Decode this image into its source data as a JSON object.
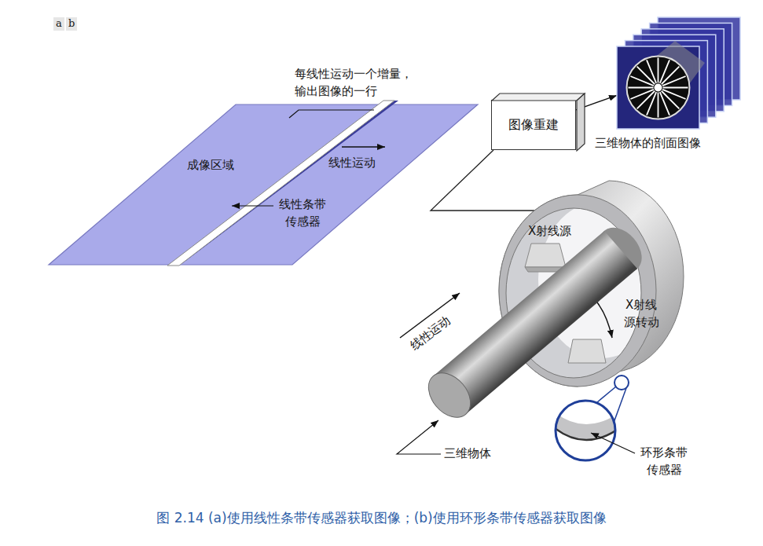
{
  "diagram": {
    "caption": "图 2.14 (a)使用线性条带传感器获取图像；(b)使用环形条带传感器获取图像",
    "nodes": [
      {
        "text": [
          "成像区域",
          "线性运动"
        ]
      },
      {
        "text": [
          "图像重建"
        ]
      },
      {
        "text": [
          "三维物体的剖面图像"
        ]
      }
    ],
    "edges": [
      {
        "from": 1,
        "to": 2,
        "arrow": "to"
      }
    ],
    "labels": [
      "a",
      "b",
      "每线性运动一个增量， 输出图像的一行",
      "线性条带 传感器",
      "X射线源",
      "X射线 源转动",
      "线性运动",
      "三维物体",
      "环形条带 传感器"
    ]
  }
}
